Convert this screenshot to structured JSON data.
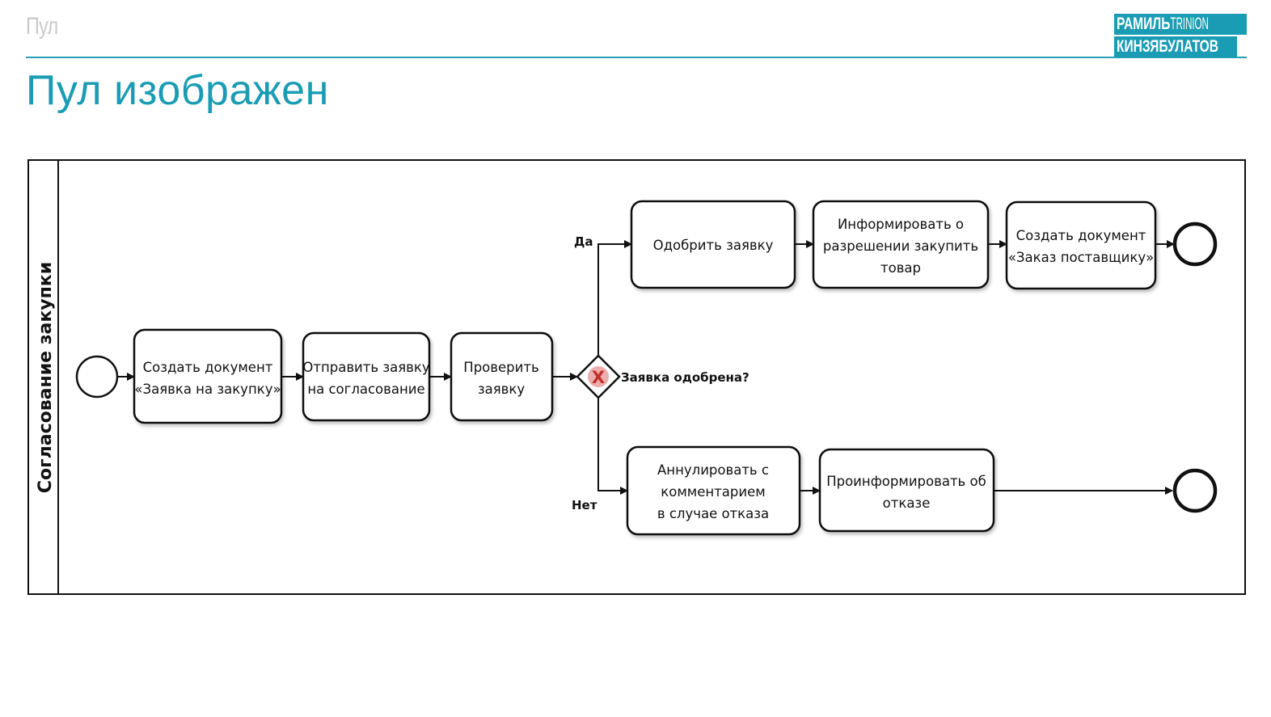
{
  "header": {
    "section_label": "Пул",
    "title": "Пул изображен",
    "logo": {
      "line1_a": "РАМИЛЬ",
      "line1_b": "TRINION",
      "line2": "КИНЗЯБУЛАТОВ"
    }
  },
  "colors": {
    "accent": "#1a9cb4",
    "gateway_marker": "#e06a6a",
    "stroke": "#111111"
  },
  "pool": {
    "lane_label": "Согласование закупки"
  },
  "tasks": {
    "create_request": [
      "Создать документ",
      "«Заявка на закупку»"
    ],
    "send_for_approval": [
      "Отправить заявку",
      "на согласование"
    ],
    "check_request": [
      "Проверить",
      "заявку"
    ],
    "approve_request": [
      "Одобрить заявку"
    ],
    "inform_permission": [
      "Информировать о",
      "разрешении закупить",
      "товар"
    ],
    "create_supplier_order": [
      "Создать документ",
      "«Заказ поставщику»"
    ],
    "cancel_with_comment": [
      "Аннулировать с",
      "комментарием",
      "в случае отказа"
    ],
    "inform_refusal": [
      "Проинформировать об",
      "отказе"
    ]
  },
  "gateway": {
    "marker": "X",
    "question": "Заявка одобрена?"
  },
  "branches": {
    "yes": "Да",
    "no": "Нет"
  }
}
